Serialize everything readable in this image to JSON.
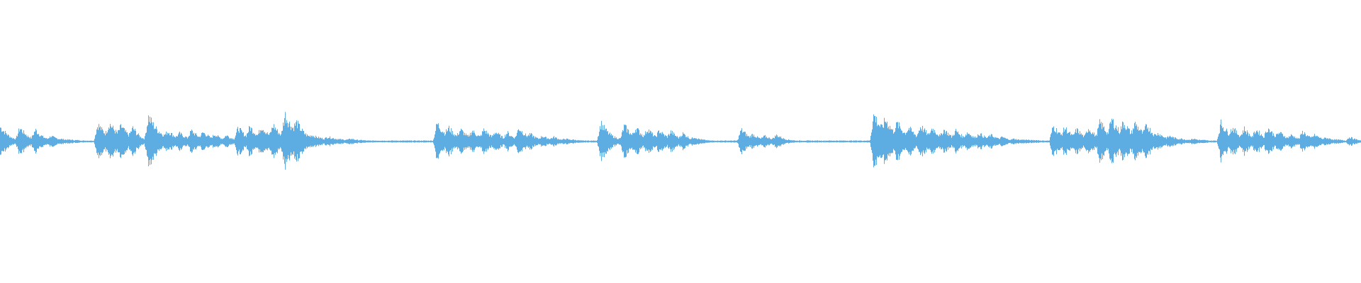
{
  "waveform": {
    "color": "#5dade2",
    "amplitude_envelope": [
      0.32,
      0.22,
      0.14,
      0.08,
      0.06,
      0.3,
      0.2,
      0.12,
      0.08,
      0.26,
      0.16,
      0.1,
      0.06,
      0.12,
      0.08,
      0.06,
      0.05,
      0.04,
      0.04,
      0.03,
      0.03,
      0.02,
      0.02,
      0.02,
      0.02,
      0.38,
      0.26,
      0.18,
      0.4,
      0.28,
      0.18,
      0.34,
      0.22,
      0.14,
      0.3,
      0.18,
      0.1,
      0.06,
      0.55,
      0.4,
      0.28,
      0.2,
      0.14,
      0.22,
      0.16,
      0.1,
      0.18,
      0.12,
      0.08,
      0.24,
      0.16,
      0.1,
      0.2,
      0.14,
      0.08,
      0.16,
      0.1,
      0.06,
      0.14,
      0.08,
      0.06,
      0.3,
      0.2,
      0.12,
      0.32,
      0.22,
      0.14,
      0.34,
      0.22,
      0.14,
      0.36,
      0.24,
      0.14,
      0.6,
      0.42,
      0.3,
      0.42,
      0.28,
      0.18,
      0.12,
      0.14,
      0.1,
      0.08,
      0.06,
      0.1,
      0.08,
      0.06,
      0.05,
      0.04,
      0.04,
      0.06,
      0.04,
      0.03,
      0.03,
      0.02,
      0.02,
      0.02,
      0.02,
      0.02,
      0.02,
      0.02,
      0.02,
      0.02,
      0.02,
      0.02,
      0.02,
      0.02,
      0.02,
      0.02,
      0.02,
      0.02,
      0.02,
      0.4,
      0.28,
      0.18,
      0.3,
      0.2,
      0.12,
      0.26,
      0.18,
      0.1,
      0.24,
      0.16,
      0.1,
      0.26,
      0.18,
      0.1,
      0.22,
      0.14,
      0.08,
      0.2,
      0.12,
      0.08,
      0.3,
      0.2,
      0.12,
      0.16,
      0.1,
      0.06,
      0.12,
      0.08,
      0.06,
      0.1,
      0.06,
      0.04,
      0.06,
      0.04,
      0.04,
      0.03,
      0.02,
      0.02,
      0.02,
      0.02,
      0.02,
      0.4,
      0.28,
      0.18,
      0.12,
      0.08,
      0.06,
      0.34,
      0.24,
      0.14,
      0.3,
      0.2,
      0.12,
      0.28,
      0.18,
      0.1,
      0.24,
      0.16,
      0.1,
      0.22,
      0.14,
      0.08,
      0.18,
      0.12,
      0.06,
      0.1,
      0.06,
      0.04,
      0.03,
      0.02,
      0.02,
      0.02,
      0.02,
      0.02,
      0.02,
      0.02,
      0.02,
      0.26,
      0.18,
      0.1,
      0.16,
      0.1,
      0.06,
      0.12,
      0.08,
      0.06,
      0.14,
      0.1,
      0.06,
      0.04,
      0.03,
      0.02,
      0.02,
      0.02,
      0.02,
      0.02,
      0.02,
      0.02,
      0.02,
      0.02,
      0.02,
      0.02,
      0.02,
      0.02,
      0.02,
      0.02,
      0.02,
      0.02,
      0.02,
      0.02,
      0.02,
      0.6,
      0.42,
      0.3,
      0.48,
      0.34,
      0.22,
      0.4,
      0.28,
      0.18,
      0.3,
      0.2,
      0.12,
      0.34,
      0.24,
      0.14,
      0.3,
      0.2,
      0.12,
      0.26,
      0.18,
      0.1,
      0.24,
      0.16,
      0.1,
      0.2,
      0.14,
      0.08,
      0.18,
      0.12,
      0.08,
      0.14,
      0.1,
      0.06,
      0.1,
      0.06,
      0.04,
      0.06,
      0.04,
      0.04,
      0.04,
      0.03,
      0.03,
      0.03,
      0.02,
      0.02,
      0.02,
      0.34,
      0.24,
      0.14,
      0.3,
      0.2,
      0.12,
      0.26,
      0.18,
      0.1,
      0.3,
      0.2,
      0.12,
      0.42,
      0.3,
      0.18,
      0.48,
      0.34,
      0.22,
      0.42,
      0.3,
      0.18,
      0.4,
      0.28,
      0.18,
      0.36,
      0.24,
      0.14,
      0.18,
      0.12,
      0.08,
      0.12,
      0.08,
      0.06,
      0.06,
      0.04,
      0.04,
      0.06,
      0.04,
      0.03,
      0.03,
      0.02,
      0.02,
      0.02,
      0.4,
      0.28,
      0.18,
      0.3,
      0.2,
      0.12,
      0.28,
      0.18,
      0.1,
      0.26,
      0.18,
      0.1,
      0.3,
      0.2,
      0.12,
      0.2,
      0.14,
      0.08,
      0.14,
      0.1,
      0.06,
      0.22,
      0.14,
      0.08,
      0.14,
      0.1,
      0.06,
      0.08,
      0.06,
      0.04,
      0.04,
      0.03,
      0.02,
      0.1,
      0.06,
      0.04,
      0.02
    ]
  }
}
